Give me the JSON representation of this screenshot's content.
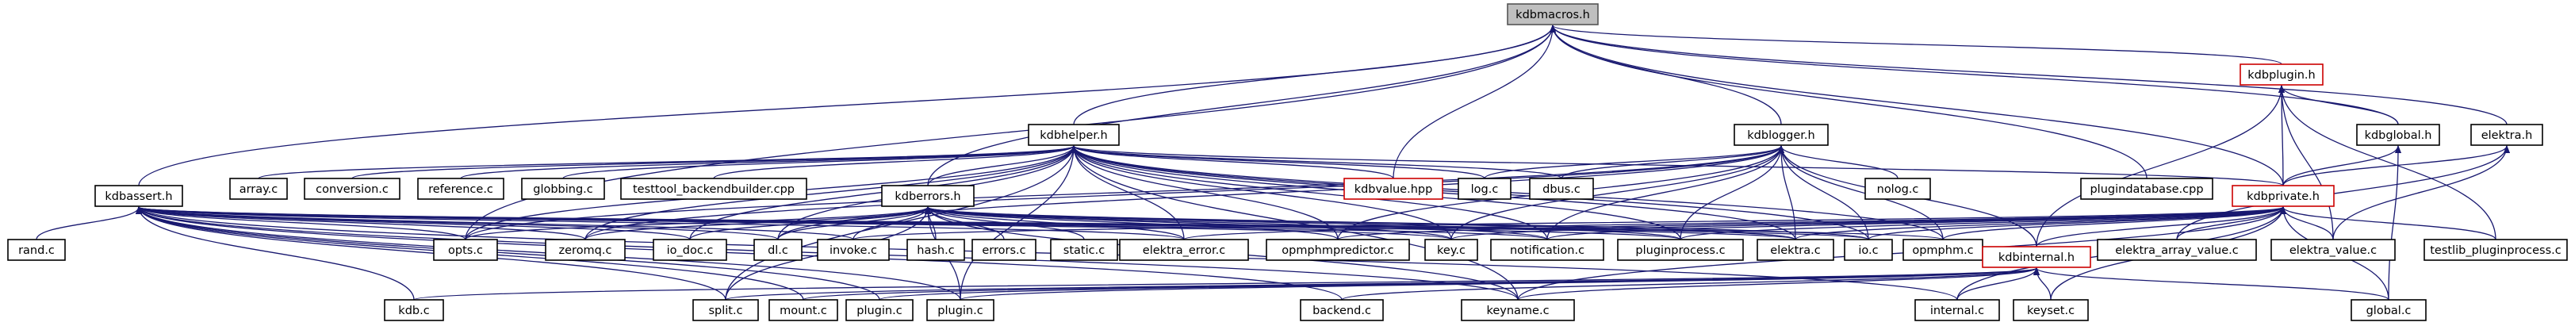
{
  "graph": {
    "edge_color": "#191970",
    "root_fill": "#bfbfbf",
    "highlight_border": "#cc0000",
    "nodes": [
      {
        "id": "kdbmacros",
        "label": "kdbmacros.h",
        "style": "root"
      },
      {
        "id": "kdbplugin",
        "label": "kdbplugin.h",
        "style": "red"
      },
      {
        "id": "kdbhelper",
        "label": "kdbhelper.h"
      },
      {
        "id": "kdblogger",
        "label": "kdblogger.h"
      },
      {
        "id": "kdbglobal",
        "label": "kdbglobal.h"
      },
      {
        "id": "elektra_h",
        "label": "elektra.h"
      },
      {
        "id": "kdbassert",
        "label": "kdbassert.h"
      },
      {
        "id": "array",
        "label": "array.c"
      },
      {
        "id": "conversion",
        "label": "conversion.c"
      },
      {
        "id": "reference",
        "label": "reference.c"
      },
      {
        "id": "globbing",
        "label": "globbing.c"
      },
      {
        "id": "testtool",
        "label": "testtool_backendbuilder.cpp"
      },
      {
        "id": "kdberrors",
        "label": "kdberrors.h"
      },
      {
        "id": "kdbvalue",
        "label": "kdbvalue.hpp",
        "style": "red"
      },
      {
        "id": "log",
        "label": "log.c"
      },
      {
        "id": "dbus",
        "label": "dbus.c"
      },
      {
        "id": "nolog",
        "label": "nolog.c"
      },
      {
        "id": "plugindb",
        "label": "plugindatabase.cpp"
      },
      {
        "id": "kdbprivate",
        "label": "kdbprivate.h",
        "style": "red"
      },
      {
        "id": "rand",
        "label": "rand.c"
      },
      {
        "id": "opts",
        "label": "opts.c"
      },
      {
        "id": "zeromq",
        "label": "zeromq.c"
      },
      {
        "id": "io_doc",
        "label": "io_doc.c"
      },
      {
        "id": "dl",
        "label": "dl.c"
      },
      {
        "id": "invoke",
        "label": "invoke.c"
      },
      {
        "id": "hash",
        "label": "hash.c"
      },
      {
        "id": "errors",
        "label": "errors.c"
      },
      {
        "id": "static",
        "label": "static.c"
      },
      {
        "id": "elektra_error",
        "label": "elektra_error.c"
      },
      {
        "id": "opmphmpredictor",
        "label": "opmphmpredictor.c"
      },
      {
        "id": "key",
        "label": "key.c"
      },
      {
        "id": "notification",
        "label": "notification.c"
      },
      {
        "id": "pluginprocess",
        "label": "pluginprocess.c"
      },
      {
        "id": "elektra_c",
        "label": "elektra.c"
      },
      {
        "id": "io",
        "label": "io.c"
      },
      {
        "id": "opmphm",
        "label": "opmphm.c"
      },
      {
        "id": "kdbinternal",
        "label": "kdbinternal.h",
        "style": "red"
      },
      {
        "id": "elektra_array_value",
        "label": "elektra_array_value.c"
      },
      {
        "id": "elektra_value",
        "label": "elektra_value.c"
      },
      {
        "id": "testlib_pp",
        "label": "testlib_pluginprocess.c"
      },
      {
        "id": "kdb_c",
        "label": "kdb.c"
      },
      {
        "id": "split",
        "label": "split.c"
      },
      {
        "id": "mount",
        "label": "mount.c"
      },
      {
        "id": "plugin1",
        "label": "plugin.c"
      },
      {
        "id": "plugin2",
        "label": "plugin.c"
      },
      {
        "id": "backend",
        "label": "backend.c"
      },
      {
        "id": "keyname",
        "label": "keyname.c"
      },
      {
        "id": "internal",
        "label": "internal.c"
      },
      {
        "id": "keyset",
        "label": "keyset.c"
      },
      {
        "id": "global",
        "label": "global.c"
      }
    ],
    "edges": [
      [
        "kdbplugin",
        "kdbmacros"
      ],
      [
        "kdbhelper",
        "kdbmacros"
      ],
      [
        "kdblogger",
        "kdbmacros"
      ],
      [
        "kdbglobal",
        "kdbmacros"
      ],
      [
        "elektra_h",
        "kdbmacros"
      ],
      [
        "kdbassert",
        "kdbmacros"
      ],
      [
        "kdbvalue",
        "kdbmacros"
      ],
      [
        "plugindb",
        "kdbmacros"
      ],
      [
        "kdbprivate",
        "kdbmacros"
      ],
      [
        "opts",
        "kdbmacros"
      ],
      [
        "kdberrors",
        "kdbmacros"
      ],
      [
        "kdbglobal",
        "kdbplugin"
      ],
      [
        "kdbprivate",
        "kdbplugin"
      ],
      [
        "testlib_pp",
        "kdbplugin"
      ],
      [
        "elektra_value",
        "kdbplugin"
      ],
      [
        "kdbinternal",
        "kdbplugin"
      ],
      [
        "kdbprivate",
        "kdbglobal"
      ],
      [
        "global",
        "kdbglobal"
      ],
      [
        "kdbprivate",
        "elektra_h"
      ],
      [
        "elektra_array_value",
        "elektra_h"
      ],
      [
        "elektra_value",
        "elektra_h"
      ],
      [
        "array",
        "kdbhelper"
      ],
      [
        "conversion",
        "kdbhelper"
      ],
      [
        "reference",
        "kdbhelper"
      ],
      [
        "globbing",
        "kdbhelper"
      ],
      [
        "testtool",
        "kdbhelper"
      ],
      [
        "kdberrors",
        "kdbhelper"
      ],
      [
        "kdbvalue",
        "kdbhelper"
      ],
      [
        "log",
        "kdbhelper"
      ],
      [
        "dbus",
        "kdbhelper"
      ],
      [
        "kdbprivate",
        "kdbhelper"
      ],
      [
        "opts",
        "kdbhelper"
      ],
      [
        "zeromq",
        "kdbhelper"
      ],
      [
        "io_doc",
        "kdbhelper"
      ],
      [
        "dl",
        "kdbhelper"
      ],
      [
        "elektra_error",
        "kdbhelper"
      ],
      [
        "opmphmpredictor",
        "kdbhelper"
      ],
      [
        "key",
        "kdbhelper"
      ],
      [
        "notification",
        "kdbhelper"
      ],
      [
        "pluginprocess",
        "kdbhelper"
      ],
      [
        "elektra_c",
        "kdbhelper"
      ],
      [
        "io",
        "kdbhelper"
      ],
      [
        "opmphm",
        "kdbhelper"
      ],
      [
        "split",
        "kdbhelper"
      ],
      [
        "plugin2",
        "kdbhelper"
      ],
      [
        "keyname",
        "kdbhelper"
      ],
      [
        "log",
        "kdblogger"
      ],
      [
        "dbus",
        "kdblogger"
      ],
      [
        "nolog",
        "kdblogger"
      ],
      [
        "kdbinternal",
        "kdblogger"
      ],
      [
        "key",
        "kdblogger"
      ],
      [
        "notification",
        "kdblogger"
      ],
      [
        "pluginprocess",
        "kdblogger"
      ],
      [
        "elektra_c",
        "kdblogger"
      ],
      [
        "io",
        "kdblogger"
      ],
      [
        "opmphm",
        "kdblogger"
      ],
      [
        "opts",
        "kdblogger"
      ],
      [
        "zeromq",
        "kdblogger"
      ],
      [
        "dl",
        "kdblogger"
      ],
      [
        "opmphmpredictor",
        "kdblogger"
      ],
      [
        "rand",
        "kdbassert"
      ],
      [
        "opts",
        "kdbassert"
      ],
      [
        "zeromq",
        "kdbassert"
      ],
      [
        "io_doc",
        "kdbassert"
      ],
      [
        "dl",
        "kdbassert"
      ],
      [
        "invoke",
        "kdbassert"
      ],
      [
        "kdb_c",
        "kdbassert"
      ],
      [
        "split",
        "kdbassert"
      ],
      [
        "mount",
        "kdbassert"
      ],
      [
        "plugin1",
        "kdbassert"
      ],
      [
        "plugin2",
        "kdbassert"
      ],
      [
        "backend",
        "kdbassert"
      ],
      [
        "keyname",
        "kdbassert"
      ],
      [
        "internal",
        "kdbassert"
      ],
      [
        "elektra_error",
        "kdbassert"
      ],
      [
        "key",
        "kdbassert"
      ],
      [
        "notification",
        "kdbassert"
      ],
      [
        "pluginprocess",
        "kdbassert"
      ],
      [
        "io",
        "kdbassert"
      ],
      [
        "opmphm",
        "kdbassert"
      ],
      [
        "elektra_c",
        "kdbassert"
      ],
      [
        "opts",
        "kdberrors"
      ],
      [
        "zeromq",
        "kdberrors"
      ],
      [
        "io_doc",
        "kdberrors"
      ],
      [
        "dl",
        "kdberrors"
      ],
      [
        "invoke",
        "kdberrors"
      ],
      [
        "hash",
        "kdberrors"
      ],
      [
        "errors",
        "kdberrors"
      ],
      [
        "static",
        "kdberrors"
      ],
      [
        "elektra_error",
        "kdberrors"
      ],
      [
        "split",
        "kdberrors"
      ],
      [
        "plugin2",
        "kdberrors"
      ],
      [
        "opmphmpredictor",
        "kdberrors"
      ],
      [
        "key",
        "kdberrors"
      ],
      [
        "notification",
        "kdberrors"
      ],
      [
        "pluginprocess",
        "kdberrors"
      ],
      [
        "elektra_c",
        "kdberrors"
      ],
      [
        "io",
        "kdberrors"
      ],
      [
        "keyname",
        "kdberrors"
      ],
      [
        "kdbinternal",
        "kdbprivate"
      ],
      [
        "elektra_array_value",
        "kdbprivate"
      ],
      [
        "elektra_value",
        "kdbprivate"
      ],
      [
        "testlib_pp",
        "kdbprivate"
      ],
      [
        "opmphm",
        "kdbprivate"
      ],
      [
        "io",
        "kdbprivate"
      ],
      [
        "elektra_c",
        "kdbprivate"
      ],
      [
        "pluginprocess",
        "kdbprivate"
      ],
      [
        "notification",
        "kdbprivate"
      ],
      [
        "key",
        "kdbprivate"
      ],
      [
        "opmphmpredictor",
        "kdbprivate"
      ],
      [
        "elektra_error",
        "kdbprivate"
      ],
      [
        "invoke",
        "kdbprivate"
      ],
      [
        "keyname",
        "kdbprivate"
      ],
      [
        "internal",
        "kdbprivate"
      ],
      [
        "keyset",
        "kdbprivate"
      ],
      [
        "global",
        "kdbprivate"
      ],
      [
        "kdb_c",
        "kdbinternal"
      ],
      [
        "split",
        "kdbinternal"
      ],
      [
        "mount",
        "kdbinternal"
      ],
      [
        "plugin1",
        "kdbinternal"
      ],
      [
        "plugin2",
        "kdbinternal"
      ],
      [
        "backend",
        "kdbinternal"
      ],
      [
        "keyname",
        "kdbinternal"
      ],
      [
        "internal",
        "kdbinternal"
      ],
      [
        "keyset",
        "kdbinternal"
      ],
      [
        "global",
        "kdbinternal"
      ]
    ]
  }
}
